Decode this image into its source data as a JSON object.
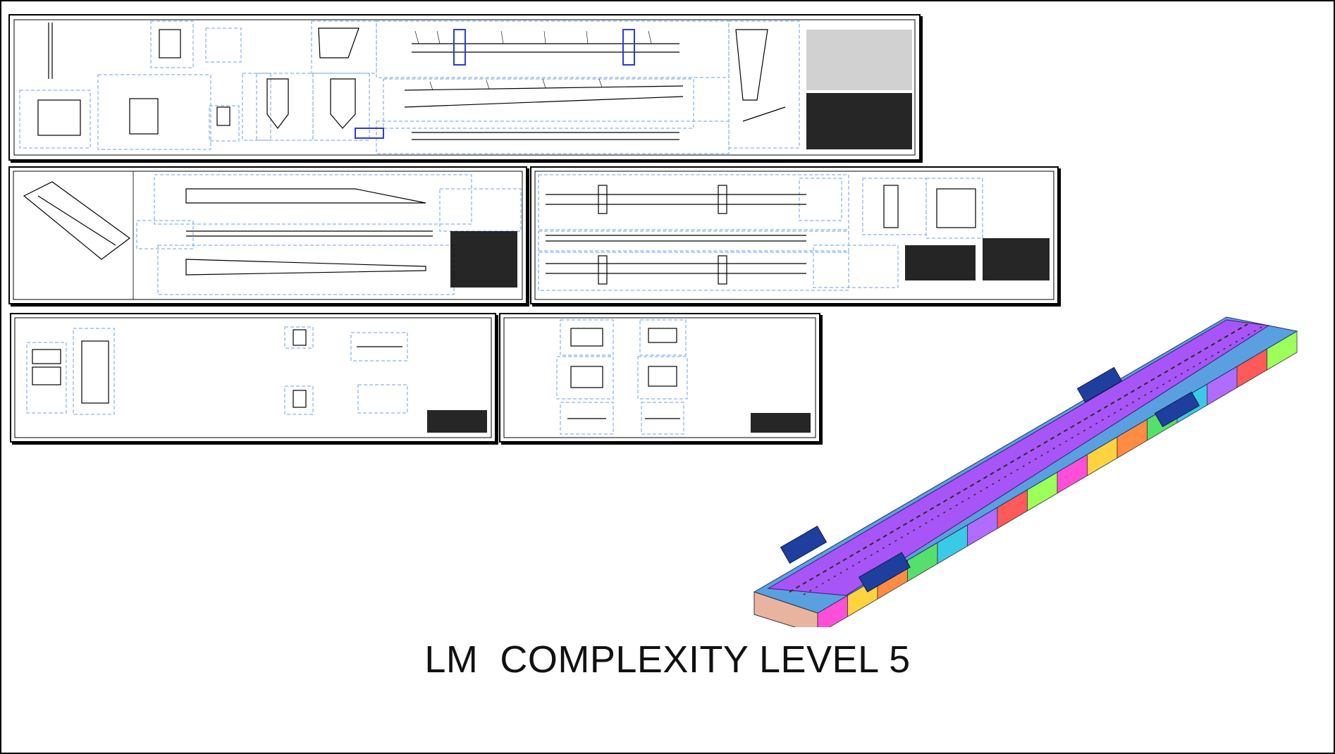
{
  "slide": {
    "caption": "LM  COMPLEXITY LEVEL 5"
  },
  "drawings": [
    {
      "id": "sheet-1"
    },
    {
      "id": "sheet-2"
    },
    {
      "id": "sheet-3"
    },
    {
      "id": "sheet-4"
    },
    {
      "id": "sheet-5"
    }
  ],
  "model": {
    "colors": {
      "top": "#a855f7",
      "deck": "#5aa0e0",
      "edge": "#3d6fcf",
      "frame": "#1f3f9f",
      "webs": [
        "#ff4fd8",
        "#ffd23f",
        "#ff8c42",
        "#54e06a",
        "#3cc9e8",
        "#b06bff",
        "#ff5a5a",
        "#9dff5a"
      ]
    }
  }
}
